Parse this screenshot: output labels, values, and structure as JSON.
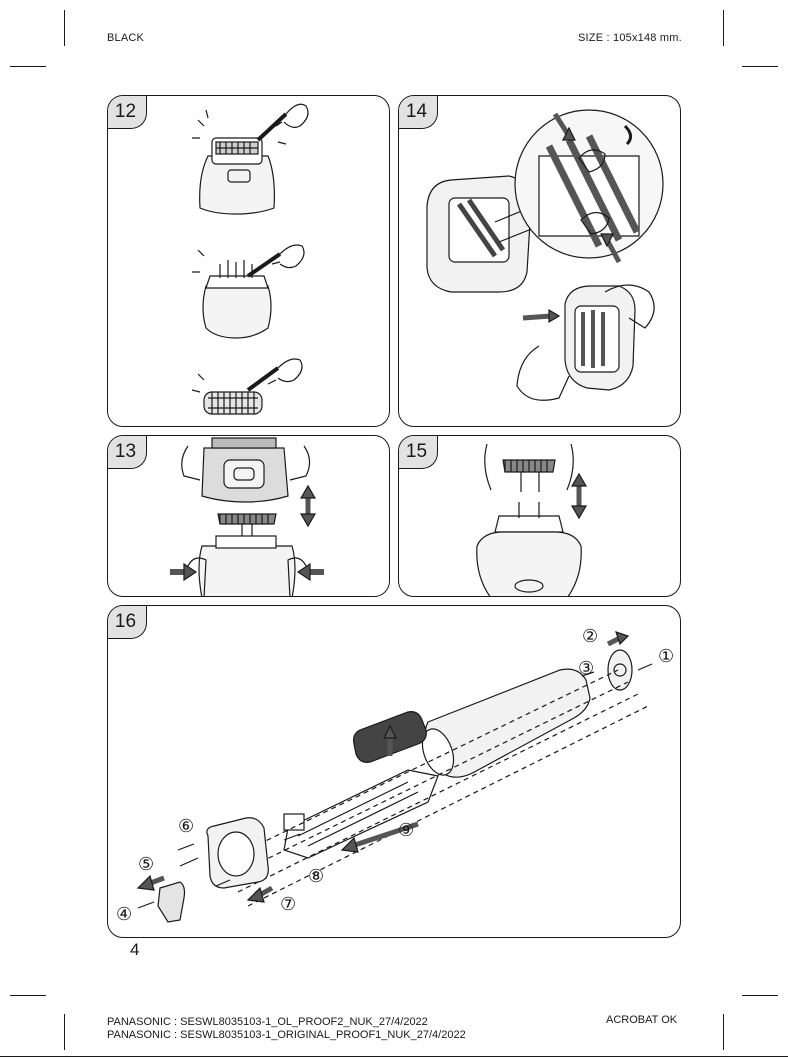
{
  "header": {
    "color_label": "BLACK",
    "size_label": "SIZE : 105x148 mm."
  },
  "panels": [
    {
      "number": "12"
    },
    {
      "number": "14"
    },
    {
      "number": "13"
    },
    {
      "number": "15"
    },
    {
      "number": "16"
    }
  ],
  "callouts": [
    "①",
    "②",
    "③",
    "④",
    "⑤",
    "⑥",
    "⑦",
    "⑧",
    "⑨"
  ],
  "page_number": "4",
  "footer": {
    "line1": "PANASONIC : SESWL8035103-1_OL_PROOF2_NUK_27/4/2022",
    "line2": "PANASONIC : SESWL8035103-1_ORIGINAL_PROOF1_NUK_27/4/2022",
    "status": "ACROBAT OK"
  }
}
